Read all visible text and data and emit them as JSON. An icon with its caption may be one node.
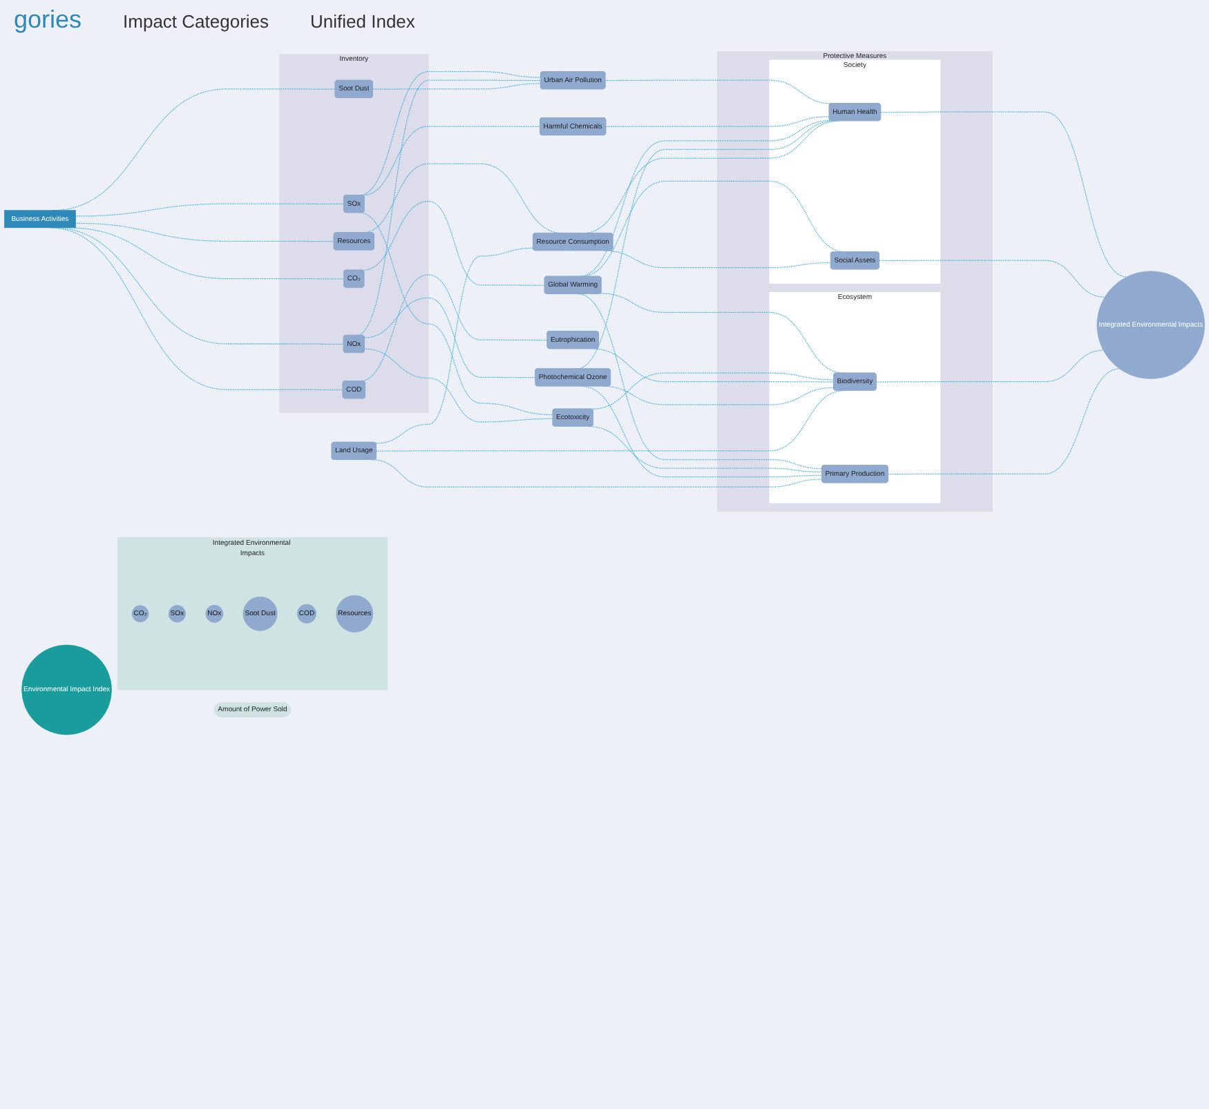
{
  "diagram": {
    "title": "gories",
    "nodes": [
      {
        "text": [
          "Business Activities"
        ]
      },
      {
        "text": [
          "Inventory"
        ]
      },
      {
        "text": [
          "CO₂"
        ],
        "in": 1
      },
      {
        "text": [
          "SOx"
        ],
        "in": 1
      },
      {
        "text": [
          "NOx"
        ],
        "in": 1
      },
      {
        "text": [
          "Soot Dust"
        ],
        "in": 1
      },
      {
        "text": [
          "COD"
        ],
        "in": 1
      },
      {
        "text": [
          "Resources"
        ],
        "in": 1
      },
      {
        "text": [
          "Urban Air Pollution"
        ]
      },
      {
        "text": [
          "Harmful Chemicals"
        ]
      },
      {
        "text": [
          "Global Warming"
        ]
      },
      {
        "text": [
          "Ecotoxicity"
        ]
      },
      {
        "text": [
          "Eutrophication"
        ]
      },
      {
        "text": [
          "Photochemical Ozone"
        ]
      },
      {
        "text": [
          "Land Usage"
        ]
      },
      {
        "text": [
          "Resource Consumption"
        ]
      },
      {
        "text": [
          "Protective Measures"
        ]
      },
      {
        "text": [
          "Society"
        ],
        "in": 16
      },
      {
        "text": [
          "Human Health"
        ],
        "in": 17
      },
      {
        "text": [
          "Social Assets"
        ],
        "in": 17
      },
      {
        "text": [
          "Ecosystem"
        ],
        "in": 16
      },
      {
        "text": [
          "Biodiversity"
        ],
        "in": 20
      },
      {
        "text": [
          "Primary Production"
        ],
        "in": 20
      },
      {
        "text": [
          "Integrated Environmental Impacts"
        ]
      },
      {
        "text": [
          "Environmental Impact Index"
        ]
      },
      {
        "text": [
          "Integrated Environmental Impacts"
        ]
      },
      {
        "text": [
          "CO₂"
        ],
        "in": 25
      },
      {
        "text": [
          "SOx"
        ],
        "in": 25
      },
      {
        "text": [
          "NOx"
        ],
        "in": 25
      },
      {
        "text": [
          "Soot Dust"
        ],
        "in": 25
      },
      {
        "text": [
          "COD"
        ],
        "in": 25
      },
      {
        "text": [
          "Resources"
        ],
        "in": 25
      },
      {
        "text": [
          "Amount of Power Sold"
        ]
      }
    ],
    "edges": [
      {
        "from": 0,
        "to": 2,
        "arrow": "none",
        "style": "dashed"
      },
      {
        "from": 0,
        "to": 3,
        "arrow": "none",
        "style": "dashed"
      },
      {
        "from": 0,
        "to": 4,
        "arrow": "none",
        "style": "dashed"
      },
      {
        "from": 0,
        "to": 5,
        "arrow": "none",
        "style": "dashed"
      },
      {
        "from": 0,
        "to": 6,
        "arrow": "none",
        "style": "dashed"
      },
      {
        "from": 0,
        "to": 7,
        "arrow": "none",
        "style": "dashed"
      },
      {
        "from": 2,
        "to": 10,
        "arrow": "none",
        "style": "dashed"
      },
      {
        "from": 3,
        "to": 8,
        "arrow": "none",
        "style": "dashed"
      },
      {
        "from": 3,
        "to": 9,
        "arrow": "none",
        "style": "dashed"
      },
      {
        "from": 3,
        "to": 11,
        "arrow": "none",
        "style": "dashed"
      },
      {
        "from": 4,
        "to": 8,
        "arrow": "none",
        "style": "dashed"
      },
      {
        "from": 4,
        "to": 11,
        "arrow": "none",
        "style": "dashed"
      },
      {
        "from": 4,
        "to": 13,
        "arrow": "none",
        "style": "dashed"
      },
      {
        "from": 5,
        "to": 8,
        "arrow": "none",
        "style": "dashed"
      },
      {
        "from": 6,
        "to": 12,
        "arrow": "none",
        "style": "dashed"
      },
      {
        "from": 7,
        "to": 15,
        "arrow": "none",
        "style": "dashed"
      },
      {
        "from": 14,
        "to": 15,
        "arrow": "none",
        "style": "dashed"
      },
      {
        "from": 8,
        "to": 18,
        "arrow": "none",
        "style": "dashed"
      },
      {
        "from": 9,
        "to": 18,
        "arrow": "none",
        "style": "dashed"
      },
      {
        "from": 10,
        "to": 18,
        "arrow": "none",
        "style": "dashed"
      },
      {
        "from": 10,
        "to": 19,
        "arrow": "none",
        "style": "dashed"
      },
      {
        "from": 10,
        "to": 21,
        "arrow": "none",
        "style": "dashed"
      },
      {
        "from": 10,
        "to": 22,
        "arrow": "none",
        "style": "dashed"
      },
      {
        "from": 11,
        "to": 21,
        "arrow": "none",
        "style": "dashed"
      },
      {
        "from": 11,
        "to": 22,
        "arrow": "none",
        "style": "dashed"
      },
      {
        "from": 12,
        "to": 21,
        "arrow": "none",
        "style": "dashed"
      },
      {
        "from": 13,
        "to": 18,
        "arrow": "none",
        "style": "dashed"
      },
      {
        "from": 13,
        "to": 21,
        "arrow": "none",
        "style": "dashed"
      },
      {
        "from": 13,
        "to": 22,
        "arrow": "none",
        "style": "dashed"
      },
      {
        "from": 14,
        "to": 21,
        "arrow": "none",
        "style": "dashed"
      },
      {
        "from": 14,
        "to": 22,
        "arrow": "none",
        "style": "dashed"
      },
      {
        "from": 15,
        "to": 19,
        "arrow": "none",
        "style": "dashed"
      },
      {
        "from": 15,
        "to": 18,
        "arrow": "none",
        "style": "dashed"
      },
      {
        "from": 18,
        "to": 23,
        "arrow": "none",
        "style": "dashed"
      },
      {
        "from": 19,
        "to": 23,
        "arrow": "none",
        "style": "dashed"
      },
      {
        "from": 21,
        "to": 23,
        "arrow": "none",
        "style": "dashed"
      },
      {
        "from": 22,
        "to": 23,
        "arrow": "none",
        "style": "dashed"
      }
    ],
    "labels": [
      "Impact Categories",
      "Unified Index"
    ]
  }
}
